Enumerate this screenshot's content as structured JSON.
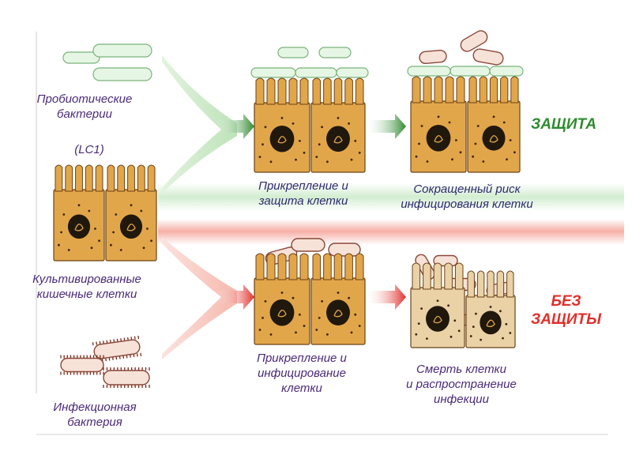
{
  "labels": {
    "probiotic_line1": "Пробиотические",
    "probiotic_line2": "бактерии",
    "lc1": "(LC1)",
    "cultured_line1": "Культивированные",
    "cultured_line2": "кишечные клетки",
    "infectious_line1": "Инфекционная",
    "infectious_line2": "бактерия",
    "attach_protect_line1": "Прикрепление и",
    "attach_protect_line2": "защита клетки",
    "reduced_risk_line1": "Сокращенный риск",
    "reduced_risk_line2": "инфицирования клетки",
    "attach_infect_line1": "Прикрепление и",
    "attach_infect_line2": "инфицирование",
    "attach_infect_line3": "клетки",
    "death_line1": "Смерть клетки",
    "death_line2": "и распространение",
    "death_line3": "инфекции"
  },
  "states": {
    "protection": "ЗАЩИТА",
    "no_protection_line1": "БЕЗ",
    "no_protection_line2": "ЗАЩИТЫ"
  },
  "colors": {
    "cell_fill": "#e2a64a",
    "cell_dead_fill": "#ead2a6",
    "cell_stroke": "#6b4318",
    "nucleus": "#20180c",
    "probiotic_fill": "#e6f6e4",
    "probiotic_stroke": "#7ab37a",
    "pathogen_fill": "#f7e2d8",
    "pathogen_stroke": "#8a4838",
    "protection_accent": "#2f8a2f",
    "no_protection_accent": "#e0302c",
    "label_text": "#4a2a78"
  }
}
